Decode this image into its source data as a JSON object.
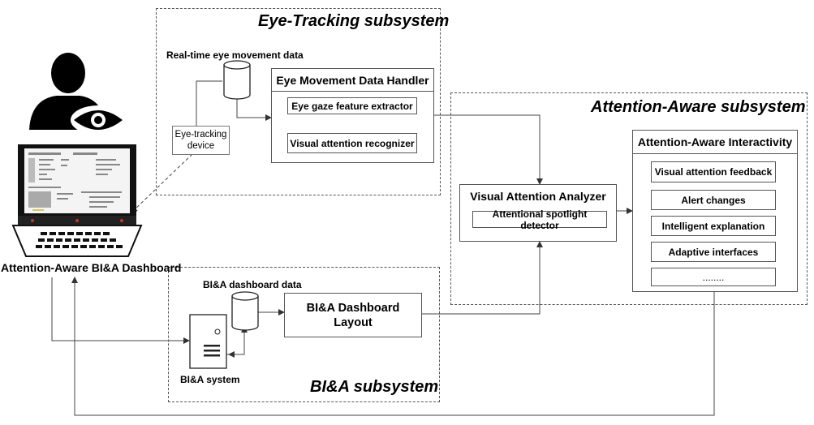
{
  "eye_tracking": {
    "title": "Eye-Tracking subsystem",
    "data_label": "Real-time eye movement data",
    "device_line1": "Eye-tracking",
    "device_line2": "device",
    "handler_title": "Eye Movement Data Handler",
    "feature_extractor": "Eye gaze feature extractor",
    "recognizer": "Visual attention recognizer"
  },
  "attention_aware": {
    "title": "Attention-Aware subsystem",
    "analyzer_title": "Visual Attention Analyzer",
    "spotlight": "Attentional spotlight detector",
    "interactivity_title": "Attention-Aware Interactivity",
    "items": [
      "Visual attention feedback",
      "Alert changes",
      "Intelligent explanation",
      "Adaptive interfaces",
      "........"
    ]
  },
  "bia": {
    "title": "BI&A subsystem",
    "data_label": "BI&A dashboard data",
    "layout_line1": "BI&A Dashboard",
    "layout_line2": "Layout",
    "system_label": "BI&A system"
  },
  "dashboard": {
    "label": "Attention-Aware BI&A Dashboard"
  },
  "icons": [
    "user-with-eye-icon",
    "laptop-icon",
    "database-icon",
    "server-icon"
  ],
  "colors": {
    "line": "#555555",
    "user": "#000000"
  }
}
